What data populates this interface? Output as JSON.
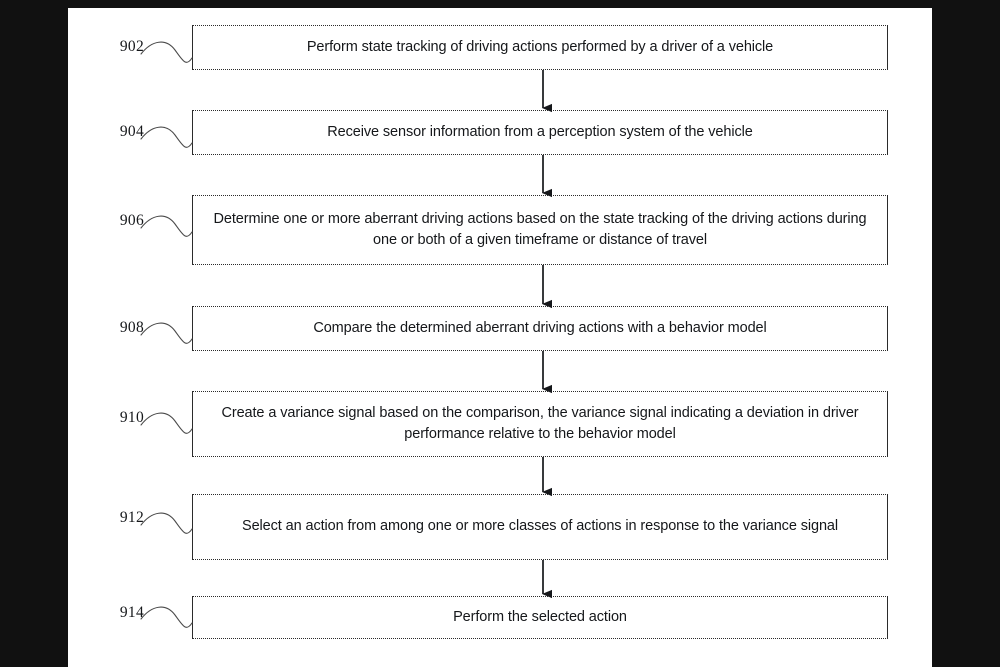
{
  "figure": {
    "type": "patent-flowchart",
    "orientation": "vertical-sequence",
    "sheet_background": "#ffffff",
    "letterbox_color": "#111111",
    "ink_color": "#15171a",
    "steps": [
      {
        "ref": "902",
        "text": "Perform state tracking of driving actions performed by a driver of a vehicle",
        "lines": 1
      },
      {
        "ref": "904",
        "text": "Receive sensor information from a perception system of the vehicle",
        "lines": 1
      },
      {
        "ref": "906",
        "text": "Determine one or more aberrant driving actions based on the state tracking of the driving actions during one or both of a given timeframe or distance of travel",
        "lines": 2
      },
      {
        "ref": "908",
        "text": "Compare the determined aberrant driving actions with a behavior model",
        "lines": 1
      },
      {
        "ref": "910",
        "text": "Create a variance signal based on the comparison, the variance signal indicating a deviation in driver performance relative to the behavior model",
        "lines": 2
      },
      {
        "ref": "912",
        "text": "Select an action from among one or more classes of actions in response to the variance signal",
        "lines": 2
      },
      {
        "ref": "914",
        "text": "Perform the selected action",
        "lines": 1
      }
    ],
    "connectors": [
      {
        "from": "902",
        "to": "904",
        "style": "arrow-down"
      },
      {
        "from": "904",
        "to": "906",
        "style": "arrow-down"
      },
      {
        "from": "906",
        "to": "908",
        "style": "arrow-down"
      },
      {
        "from": "908",
        "to": "910",
        "style": "arrow-down"
      },
      {
        "from": "910",
        "to": "912",
        "style": "arrow-down"
      },
      {
        "from": "912",
        "to": "914",
        "style": "arrow-down"
      }
    ]
  }
}
